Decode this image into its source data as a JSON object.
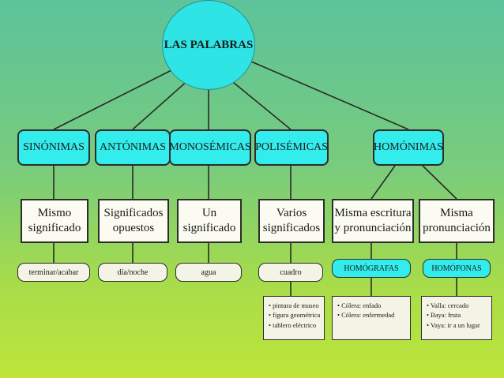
{
  "root": "LAS PALABRAS",
  "categories": [
    {
      "label": "SINÓNIMAS",
      "desc": [
        "Mismo",
        "significado"
      ],
      "example": "terminar/acabar"
    },
    {
      "label": "ANTÓNIMAS",
      "desc": [
        "Significados",
        "opuestos"
      ],
      "example": "día/noche"
    },
    {
      "label": "MONOSÉMICAS",
      "desc": [
        "Un",
        "significado"
      ],
      "example": "agua"
    },
    {
      "label": "POLISÉMICAS",
      "desc": [
        "Varios",
        "significados"
      ],
      "example": "cuadro",
      "list": [
        "• pintura de museo",
        "• figura geométrica",
        "• tablero eléctrico"
      ]
    },
    {
      "label": "HOMÓNIMAS",
      "subtypes": [
        {
          "desc": [
            "Misma escritura",
            "y pronunciación"
          ],
          "label": "HOMÓGRAFAS",
          "list": [
            "• Cólera: enfado",
            "• Cólera: enfermedad"
          ]
        },
        {
          "desc": [
            "Misma",
            "pronunciación"
          ],
          "label": "HOMÓFONAS",
          "list": [
            "• Valla: cercado",
            "• Baya: fruta",
            "• Vaya: ir a un lugar"
          ]
        }
      ]
    }
  ]
}
